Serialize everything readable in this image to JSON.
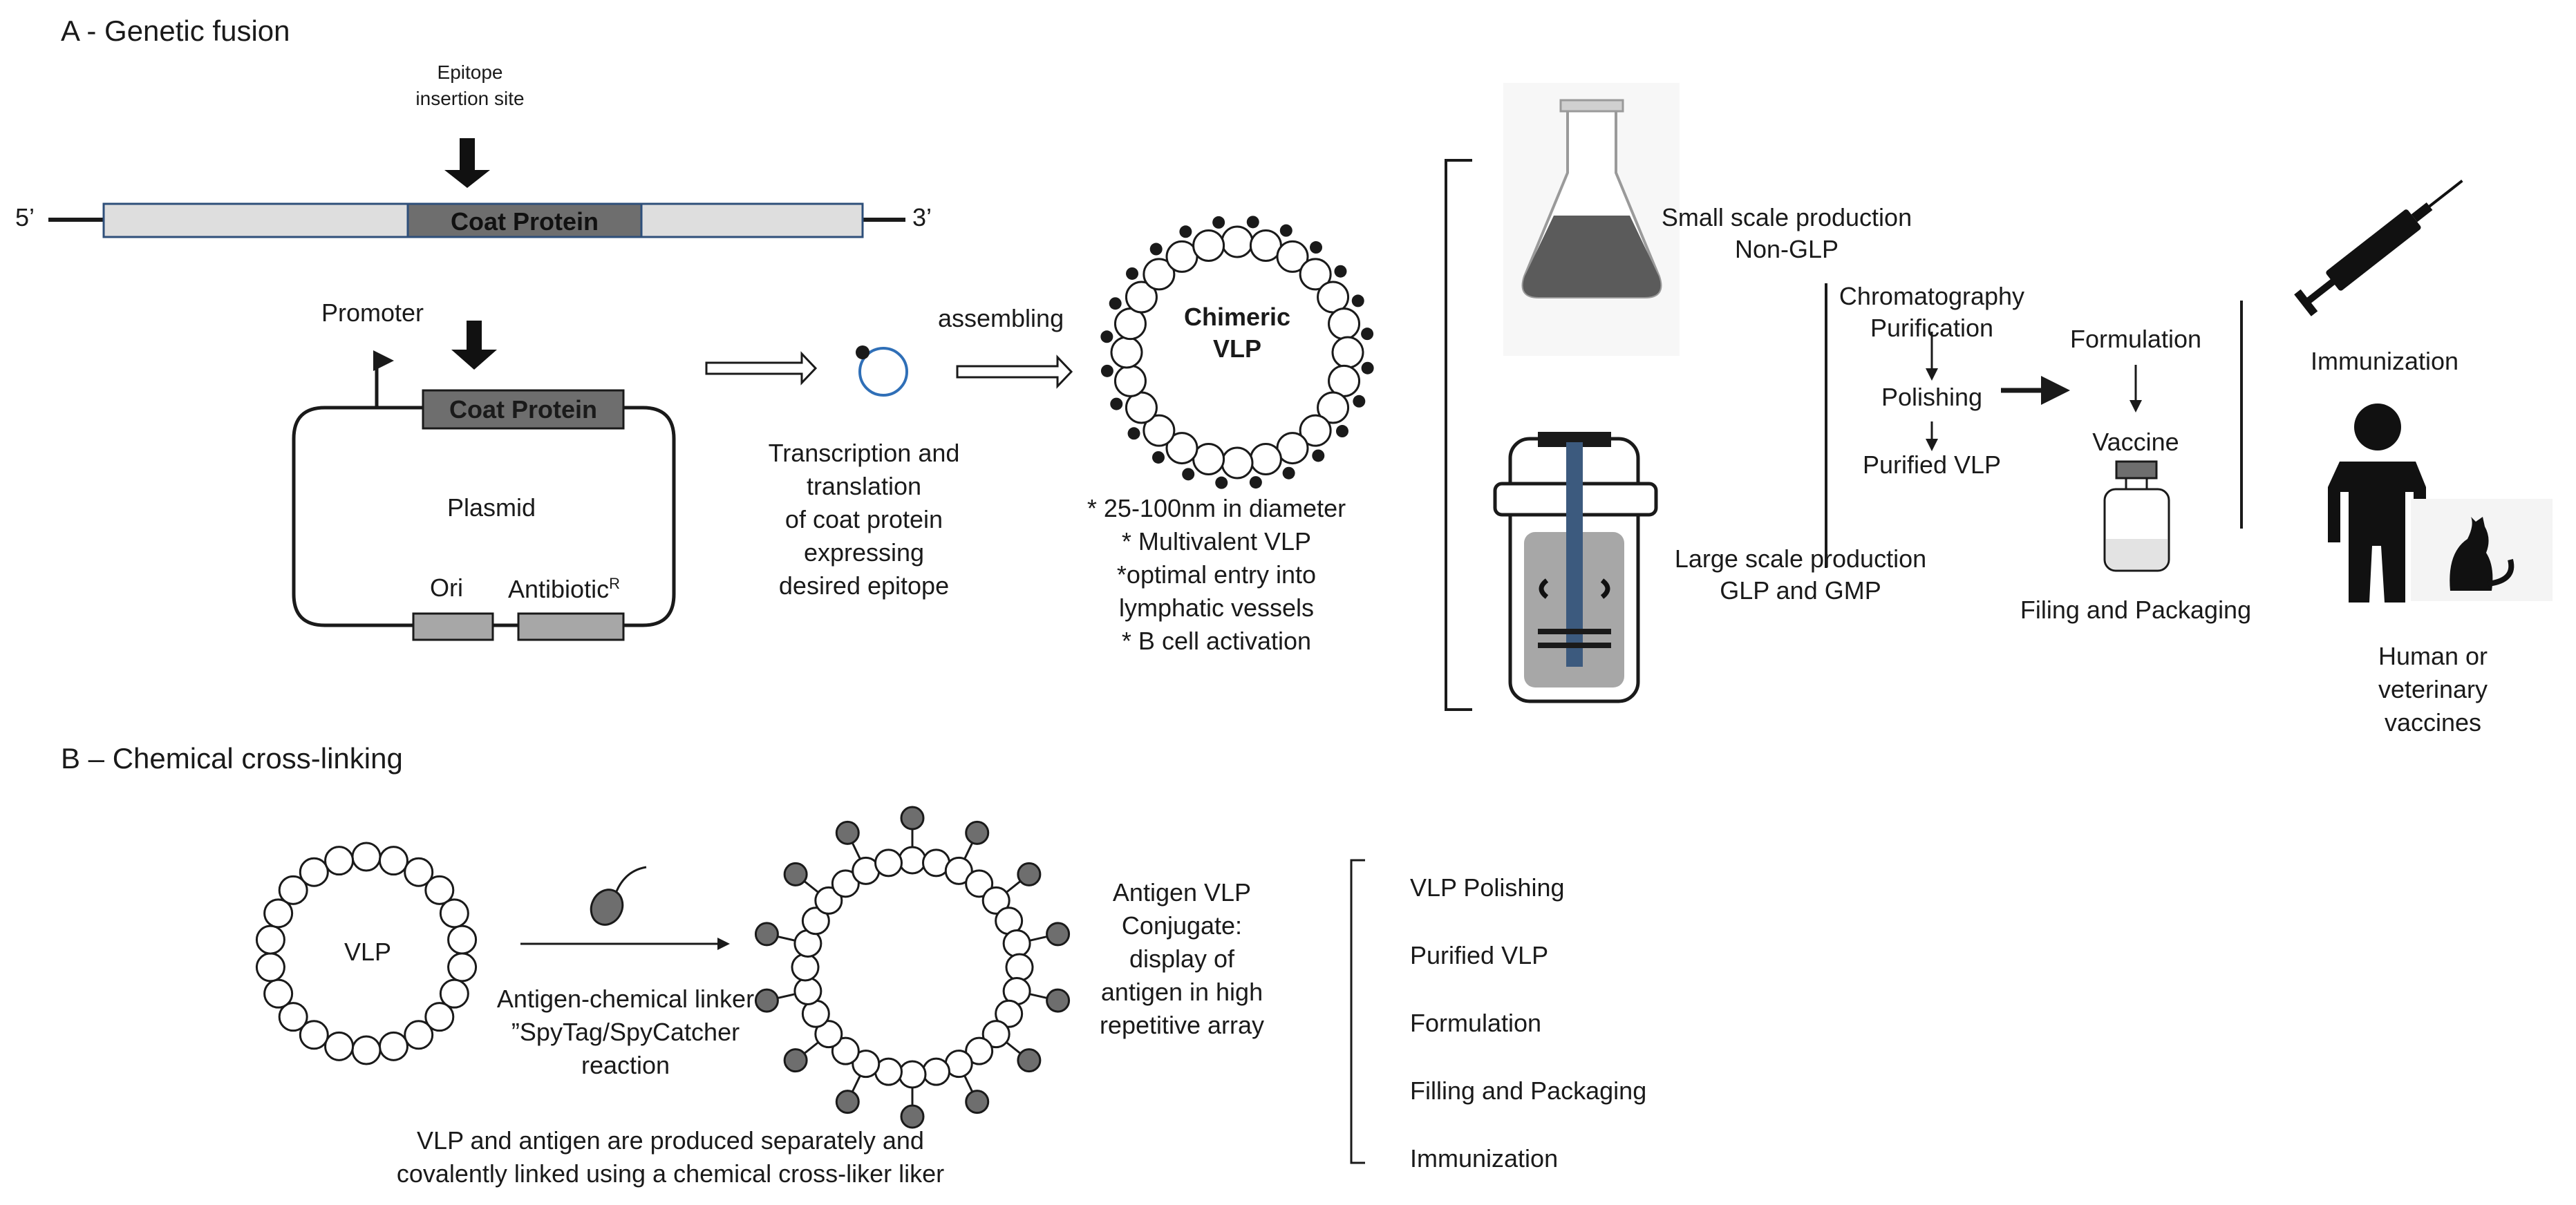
{
  "section_a": {
    "title": "A - Genetic fusion",
    "epitope_label": "Epitope\ninsertion site",
    "five_prime": "5’",
    "three_prime": "3’",
    "coat_protein": "Coat Protein",
    "promoter": "Promoter",
    "plasmid_coat_protein": "Coat Protein",
    "plasmid": "Plasmid",
    "ori": "Ori",
    "antibiotic": "Antibiotic",
    "antibiotic_sup": "R",
    "transcription_text": "Transcription and\ntranslation\nof coat protein\nexpressing\ndesired epitope",
    "assembling": "assembling",
    "chimeric_vlp": "Chimeric\nVLP",
    "vlp_properties": "* 25-100nm in diameter\n* Multivalent VLP\n*optimal entry into\nlymphatic vessels\n* B cell activation",
    "small_scale": "Small scale production\nNon-GLP",
    "large_scale": "Large scale production\nGLP and GMP",
    "chromatography": "Chromatography\nPurification",
    "polishing": "Polishing",
    "purified_vlp": "Purified VLP",
    "formulation": "Formulation",
    "vaccine": "Vaccine",
    "filing_packaging": "Filing and Packaging",
    "immunization": "Immunization",
    "human_vet": "Human or\nveterinary\nvaccines"
  },
  "section_b": {
    "title": "B – Chemical cross-linking",
    "vlp": "VLP",
    "linker_text": "Antigen-chemical linker\n”SpyTag/SpyCatcher\nreaction",
    "conjugate_text": "Antigen VLP\nConjugate:\ndisplay of\nantigen in high\nrepetitive array",
    "bottom_text": "VLP and antigen are produced separately  and\ncovalently linked using a chemical cross-liker liker",
    "steps": [
      "VLP Polishing",
      "Purified VLP",
      "Formulation",
      "Filling and Packaging",
      "Immunization"
    ]
  },
  "colors": {
    "dark_grey": "#6e6e6e",
    "light_grey": "#dedede",
    "vlp_blue": "#2f6fb7",
    "plasmid_grey": "#a7a7a7"
  }
}
